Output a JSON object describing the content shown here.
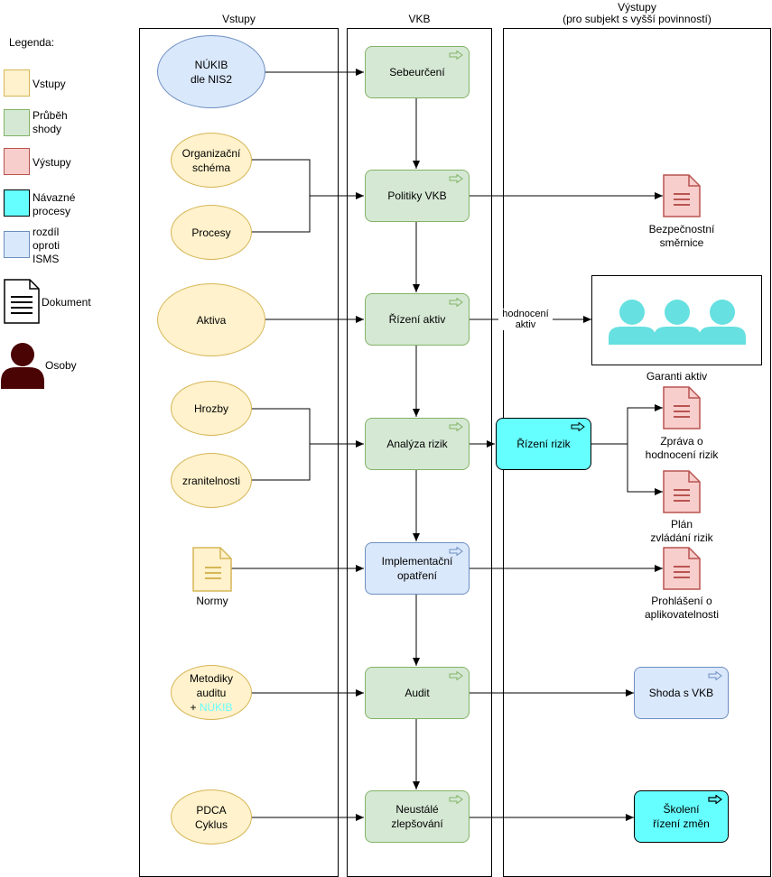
{
  "legend": {
    "title": "Legenda:",
    "items": [
      {
        "label": "Vstupy",
        "fill": "#fff2cc",
        "stroke": "#d6b656"
      },
      {
        "label": "Průběh\nshody",
        "fill": "#d5e8d4",
        "stroke": "#82b366"
      },
      {
        "label": "Výstupy",
        "fill": "#f8cecc",
        "stroke": "#b85450"
      },
      {
        "label": "Návazné\nprocesy",
        "fill": "#66ffff",
        "stroke": "#000000"
      },
      {
        "label": "rozdíl\noproti\nISMS",
        "fill": "#dae8fc",
        "stroke": "#6c8ebf"
      }
    ],
    "document": "Dokument",
    "person": "Osoby"
  },
  "lanes": {
    "inputs": "Vstupy",
    "vkb": "VKB",
    "outputs": "Výstupy\n(pro subjekt s vyšší povinností)"
  },
  "inputs": {
    "nukib": "NÚKIB\ndle NIS2",
    "org": "Organizační\nschéma",
    "procesy": "Procesy",
    "aktiva": "Aktiva",
    "hrozby": "Hrozby",
    "zranitelnosti": "zranitelnosti",
    "normy": "Normy",
    "metodiky": "Metodiky\nauditu",
    "metodiky_plus": "+ ",
    "metodiky_nukib": "NÚKIB",
    "pdca": "PDCA\nCyklus"
  },
  "steps": {
    "sebeurceni": "Sebeurčení",
    "politiky": "Politiky VKB",
    "rizeni_aktiv": "Řízení aktiv",
    "analyza": "Analýza rizik",
    "implementace": "Implementační\nopatření",
    "audit": "Audit",
    "zlepsovani": "Neustálé\nzlepšování"
  },
  "outputs": {
    "smernice": "Bezpečnostní\nsměrnice",
    "hodnoceni_label": "hodnocení\naktiv",
    "garanti": "Garanti aktiv",
    "rizeni_rizik": "Řízení rizik",
    "zprava": "Zpráva o\nhodnocení rizik",
    "plan": "Plán\nzvládání rizik",
    "prohlaseni": "Prohlášení o\naplikovatelnosti",
    "shoda": "Shoda s VKB",
    "skoleni": "Školení\nřízení změn"
  },
  "colors": {
    "input_fill": "#fff2cc",
    "step_fill": "#d5e8d4",
    "output_doc": "#f8cecc",
    "follow_up": "#66ffff",
    "diff_fill": "#dae8fc",
    "person_teal": "#66e0e0",
    "person_dark": "#4a0404"
  },
  "icons": [
    "document-icon",
    "person-icon",
    "group-icon",
    "process-arrow-icon"
  ]
}
